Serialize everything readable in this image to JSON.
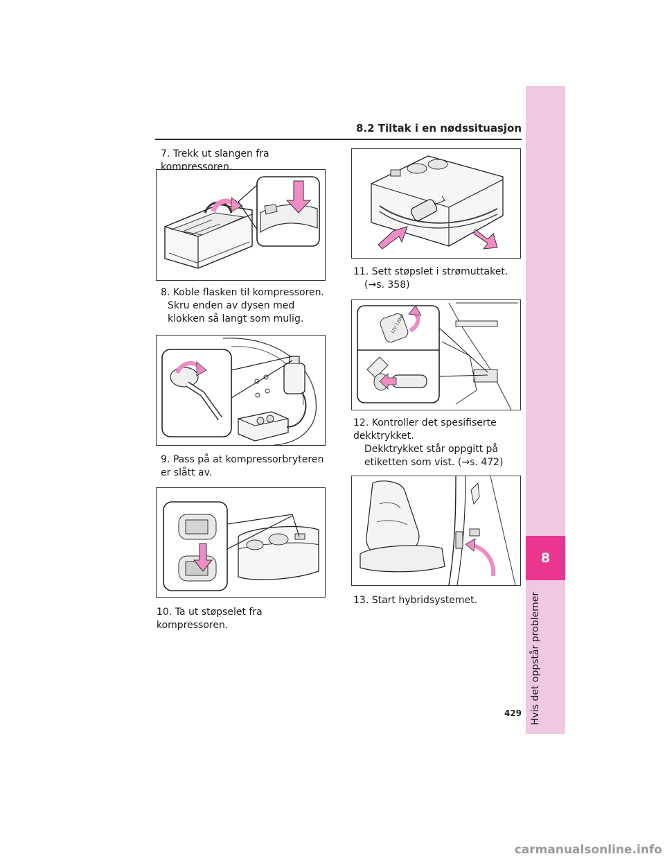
{
  "header": {
    "section": "8.2 Tiltak i en nødssituasjon"
  },
  "side_tab": {
    "number": "8",
    "label": "Hvis det oppstår problemer"
  },
  "page": {
    "number": "429"
  },
  "steps": {
    "s7": {
      "num": "7.",
      "text": "Trekk ut slangen fra kompressoren."
    },
    "s8": {
      "num": "8.",
      "text": "Koble flasken til kompressoren.",
      "sub": "Skru enden av dysen med klokken så langt som mulig."
    },
    "s9": {
      "num": "9.",
      "text": "Pass på at kompressorbryteren er slått av."
    },
    "s10": {
      "num": "10.",
      "text": "Ta ut støpselet fra kompressoren."
    },
    "s11": {
      "num": "11.",
      "text": "Sett støpslet i strømuttaket.",
      "ref": "(→s. 358)"
    },
    "s12": {
      "num": "12.",
      "text": "Kontroller det spesifiserte dekktrykket.",
      "sub": "Dekktrykket står oppgitt på etiketten som vist. (→s. 472)"
    },
    "s13": {
      "num": "13.",
      "text": "Start hybridsystemet."
    }
  },
  "figure_labels": {
    "outlet_cap": "12V 120W"
  },
  "colors": {
    "accent": "#e9368f",
    "tab_light": "#f0c8e3",
    "arrow_pink": "#ee8cc4"
  },
  "footer": {
    "watermark": "carmanualsonline.info"
  }
}
